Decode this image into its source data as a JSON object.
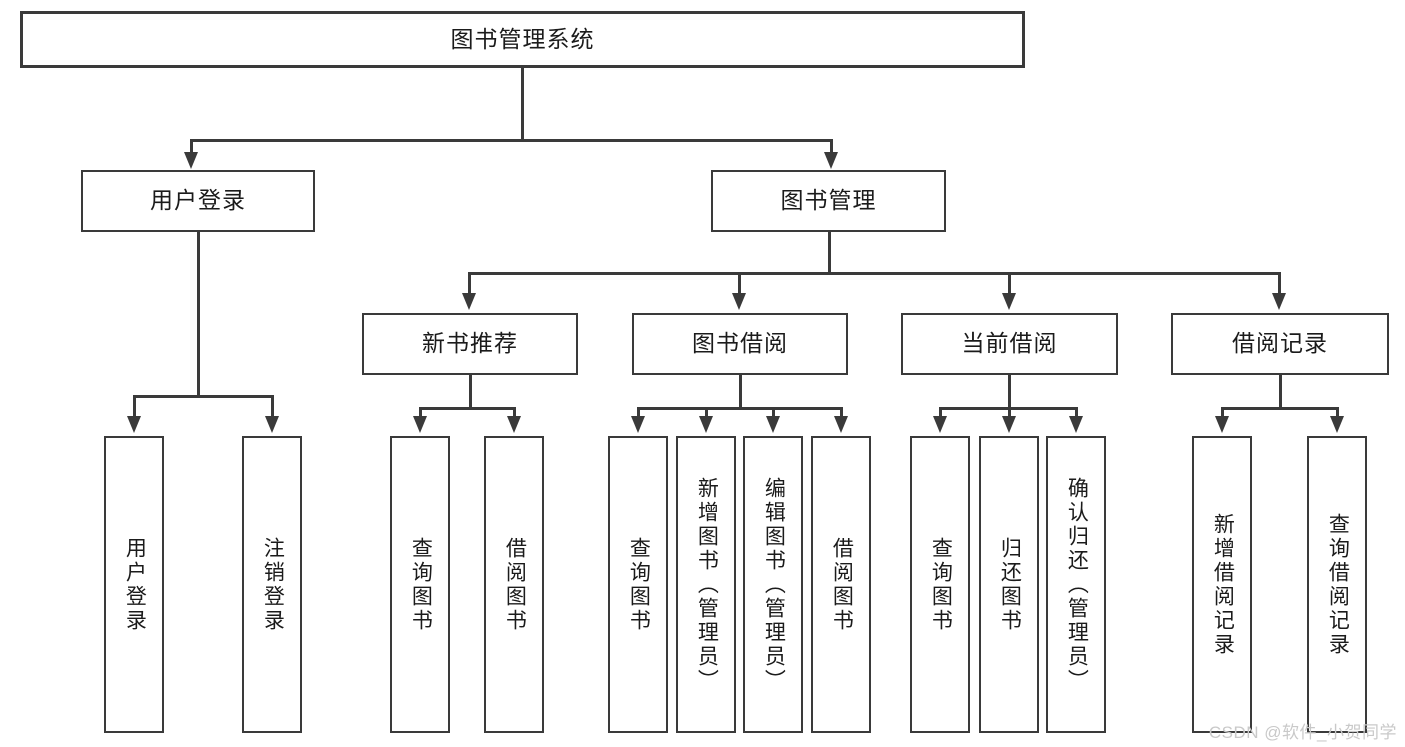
{
  "diagram": {
    "type": "tree-hierarchy",
    "title": "图书管理系统",
    "watermark": "CSDN @软件_小贺同学",
    "colors": {
      "stroke": "#3a3a3a",
      "fill": "#ffffff",
      "text": "#1b1b1b",
      "watermark": "#c9c9c9"
    },
    "root": {
      "label": "图书管理系统"
    },
    "level2": [
      {
        "label": "用户登录"
      },
      {
        "label": "图书管理"
      }
    ],
    "level3": [
      {
        "label": "新书推荐"
      },
      {
        "label": "图书借阅"
      },
      {
        "label": "当前借阅"
      },
      {
        "label": "借阅记录"
      }
    ],
    "leaves": {
      "user_login": [
        {
          "label": "用户登录"
        },
        {
          "label": "注销登录"
        }
      ],
      "new_book": [
        {
          "label": "查询图书"
        },
        {
          "label": "借阅图书"
        }
      ],
      "book_borrow": [
        {
          "label": "查询图书"
        },
        {
          "label": "新增图书（管理员）"
        },
        {
          "label": "编辑图书（管理员）"
        },
        {
          "label": "借阅图书"
        }
      ],
      "current_borrow": [
        {
          "label": "查询图书"
        },
        {
          "label": "归还图书"
        },
        {
          "label": "确认归还（管理员）"
        }
      ],
      "borrow_record": [
        {
          "label": "新增借阅记录"
        },
        {
          "label": "查询借阅记录"
        }
      ]
    }
  }
}
